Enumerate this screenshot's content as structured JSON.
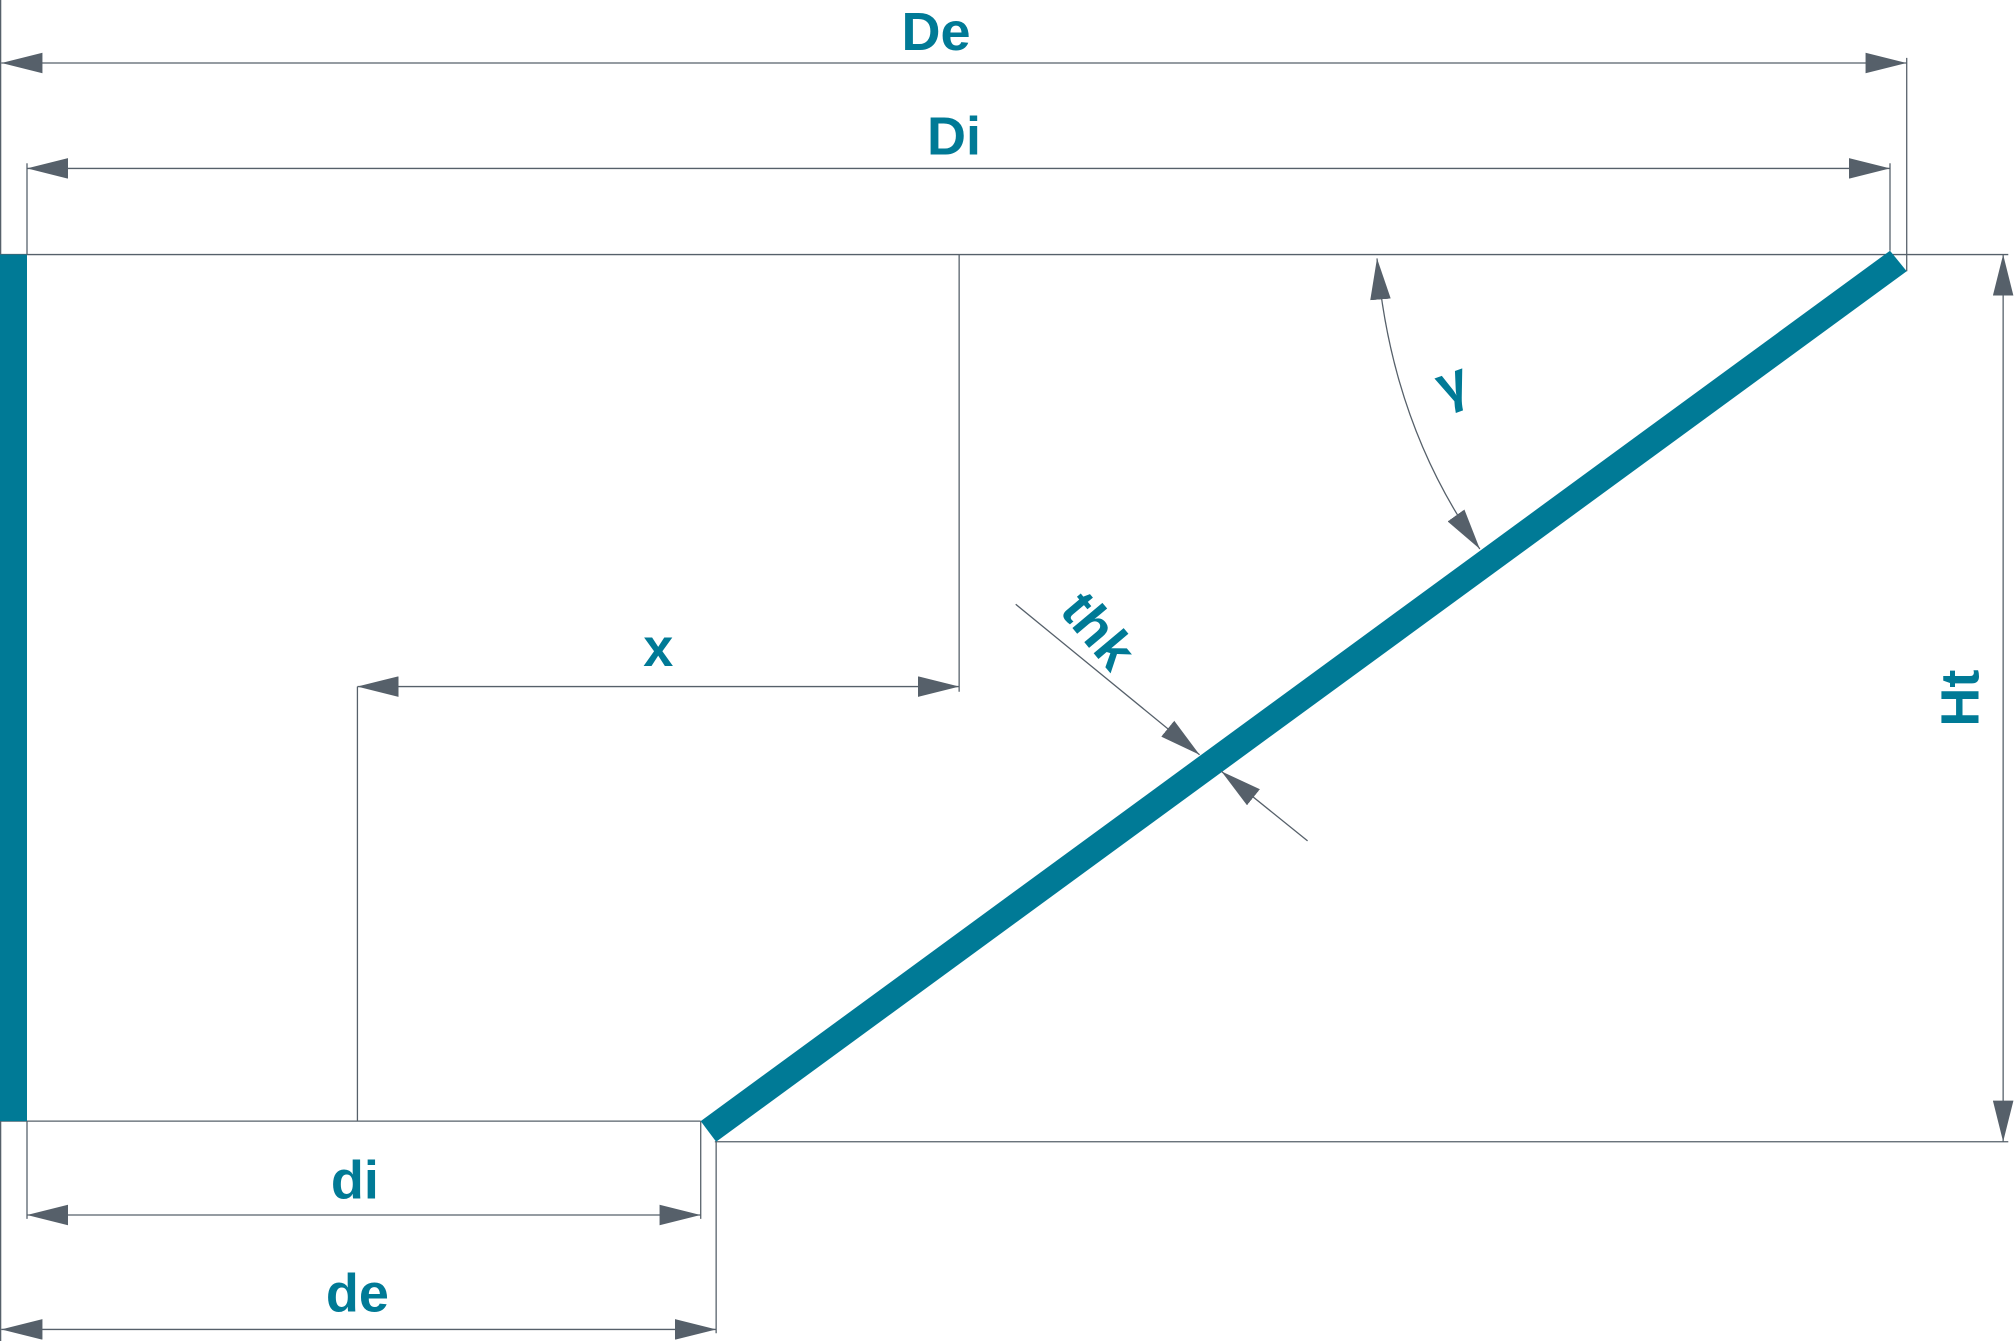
{
  "labels": {
    "De": "De",
    "Di": "Di",
    "x": "x",
    "gamma": "γ",
    "thk": "thk",
    "Ht": "Ht",
    "di": "di",
    "de": "de"
  },
  "colors": {
    "shell": "#007a96",
    "dimension": "#56606a",
    "background": "#ffffff"
  }
}
